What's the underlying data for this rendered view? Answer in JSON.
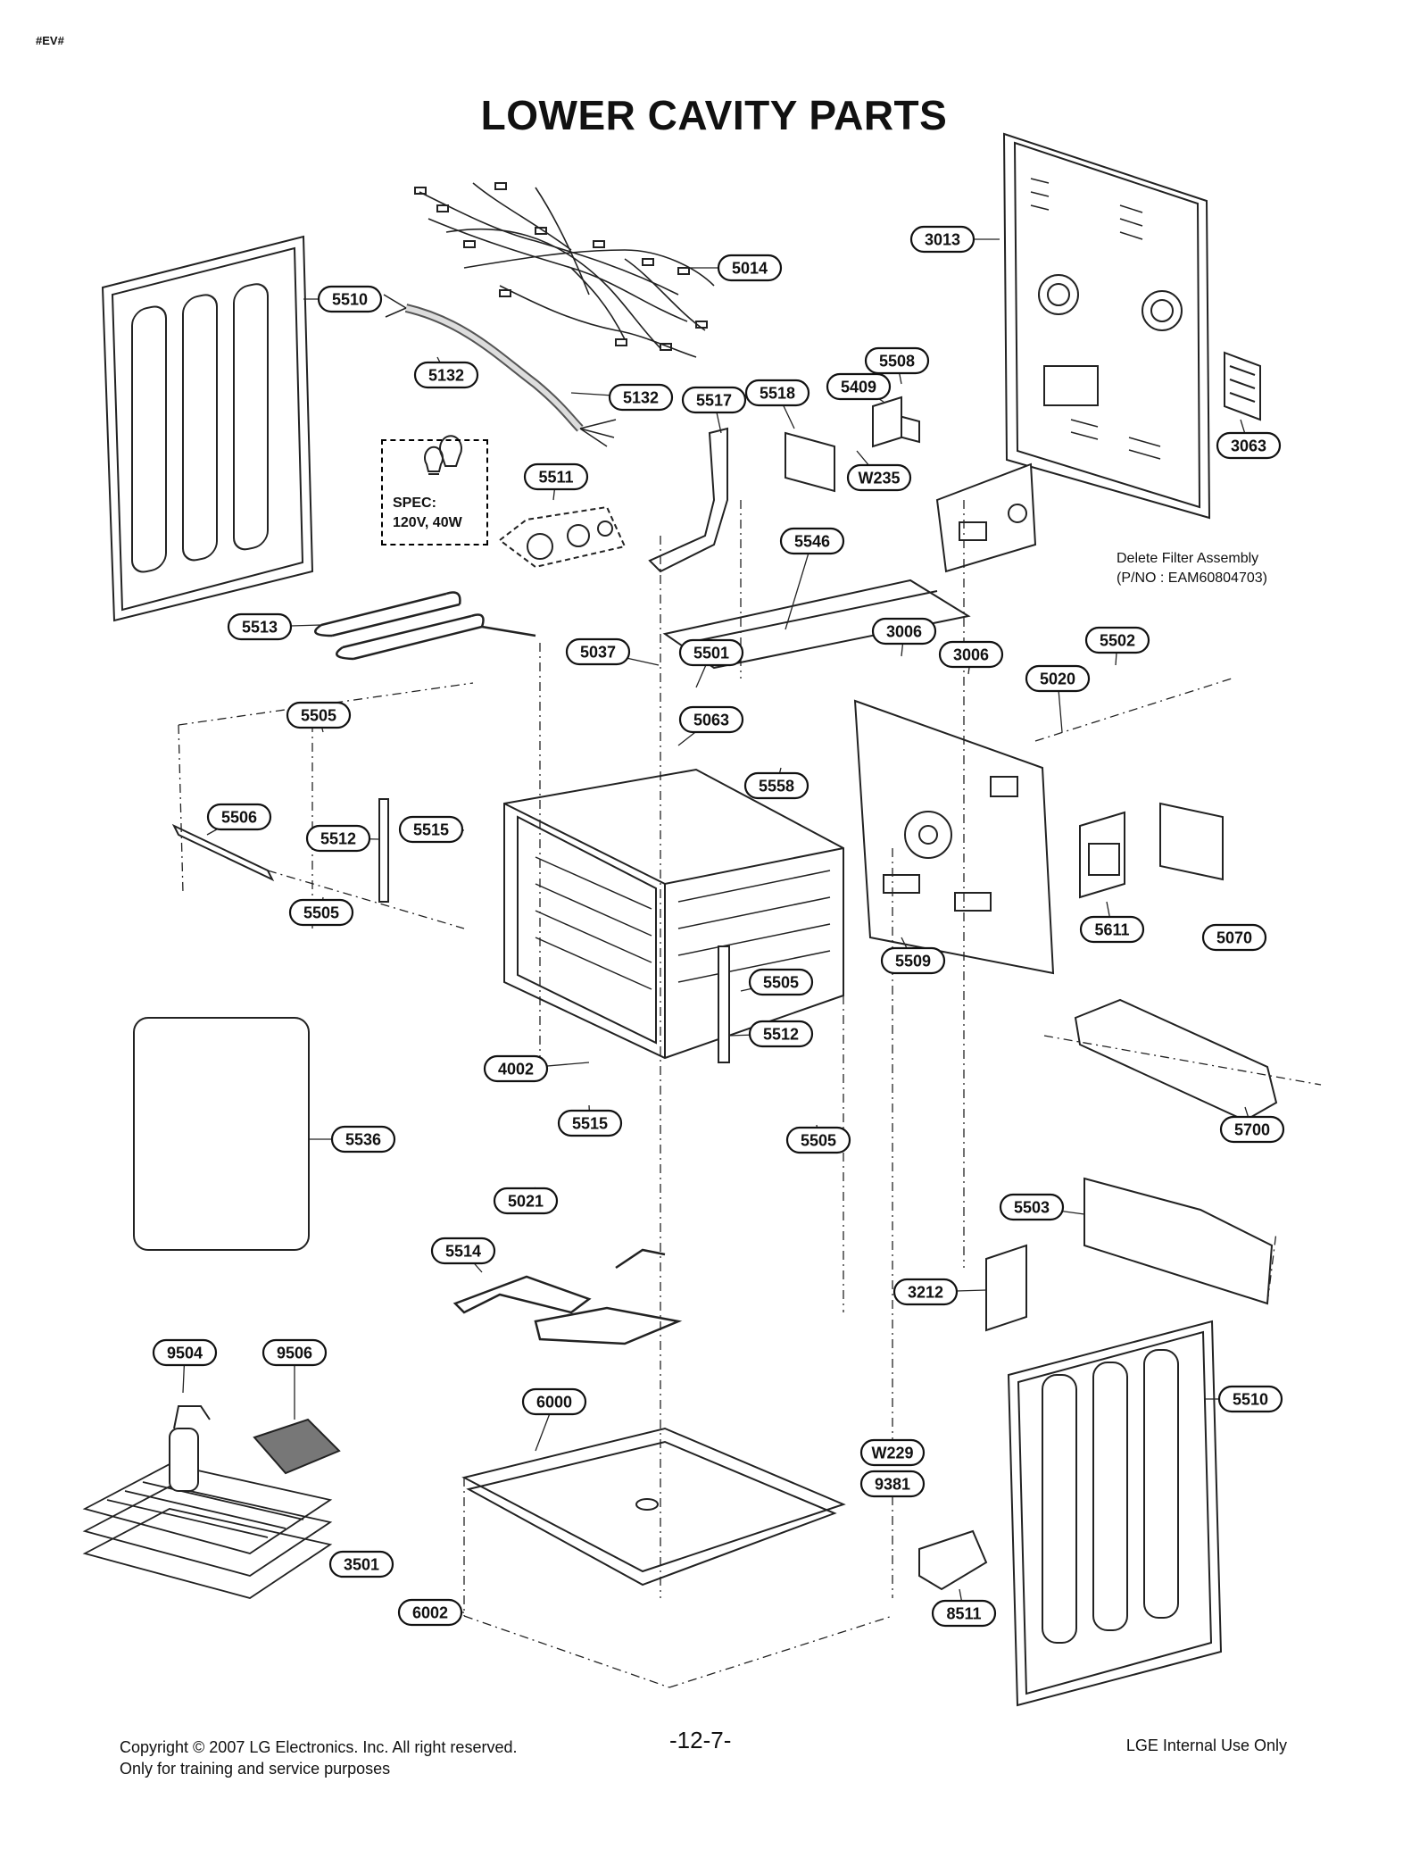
{
  "header_code": "#EV#",
  "title": "LOWER CAVITY PARTS",
  "spec": {
    "label": "SPEC:",
    "value": "120V, 40W"
  },
  "note": {
    "arrow_text": "Delete Filter Assembly",
    "part_number": "(P/NO : EAM60804703)"
  },
  "callouts": [
    "5014",
    "3013",
    "5510",
    "5132",
    "5132",
    "5508",
    "5409",
    "5517",
    "5518",
    "W235",
    "3063",
    "5511",
    "5546",
    "5513",
    "3006",
    "3006",
    "5502",
    "5037",
    "5501",
    "5020",
    "5505",
    "5063",
    "5506",
    "5512",
    "5515",
    "5558",
    "5505",
    "5070",
    "5611",
    "5509",
    "5505",
    "5512",
    "4002",
    "5515",
    "5505",
    "5700",
    "5536",
    "5021",
    "5503",
    "5514",
    "3212",
    "9504",
    "9506",
    "5510",
    "6000",
    "W229",
    "9381",
    "3501",
    "6002",
    "8511"
  ],
  "footer": {
    "copyright": "Copyright © 2007 LG Electronics. Inc. All right reserved.",
    "purpose": "Only for training and service purposes",
    "page": "-12-7-",
    "internal": "LGE Internal Use Only"
  }
}
